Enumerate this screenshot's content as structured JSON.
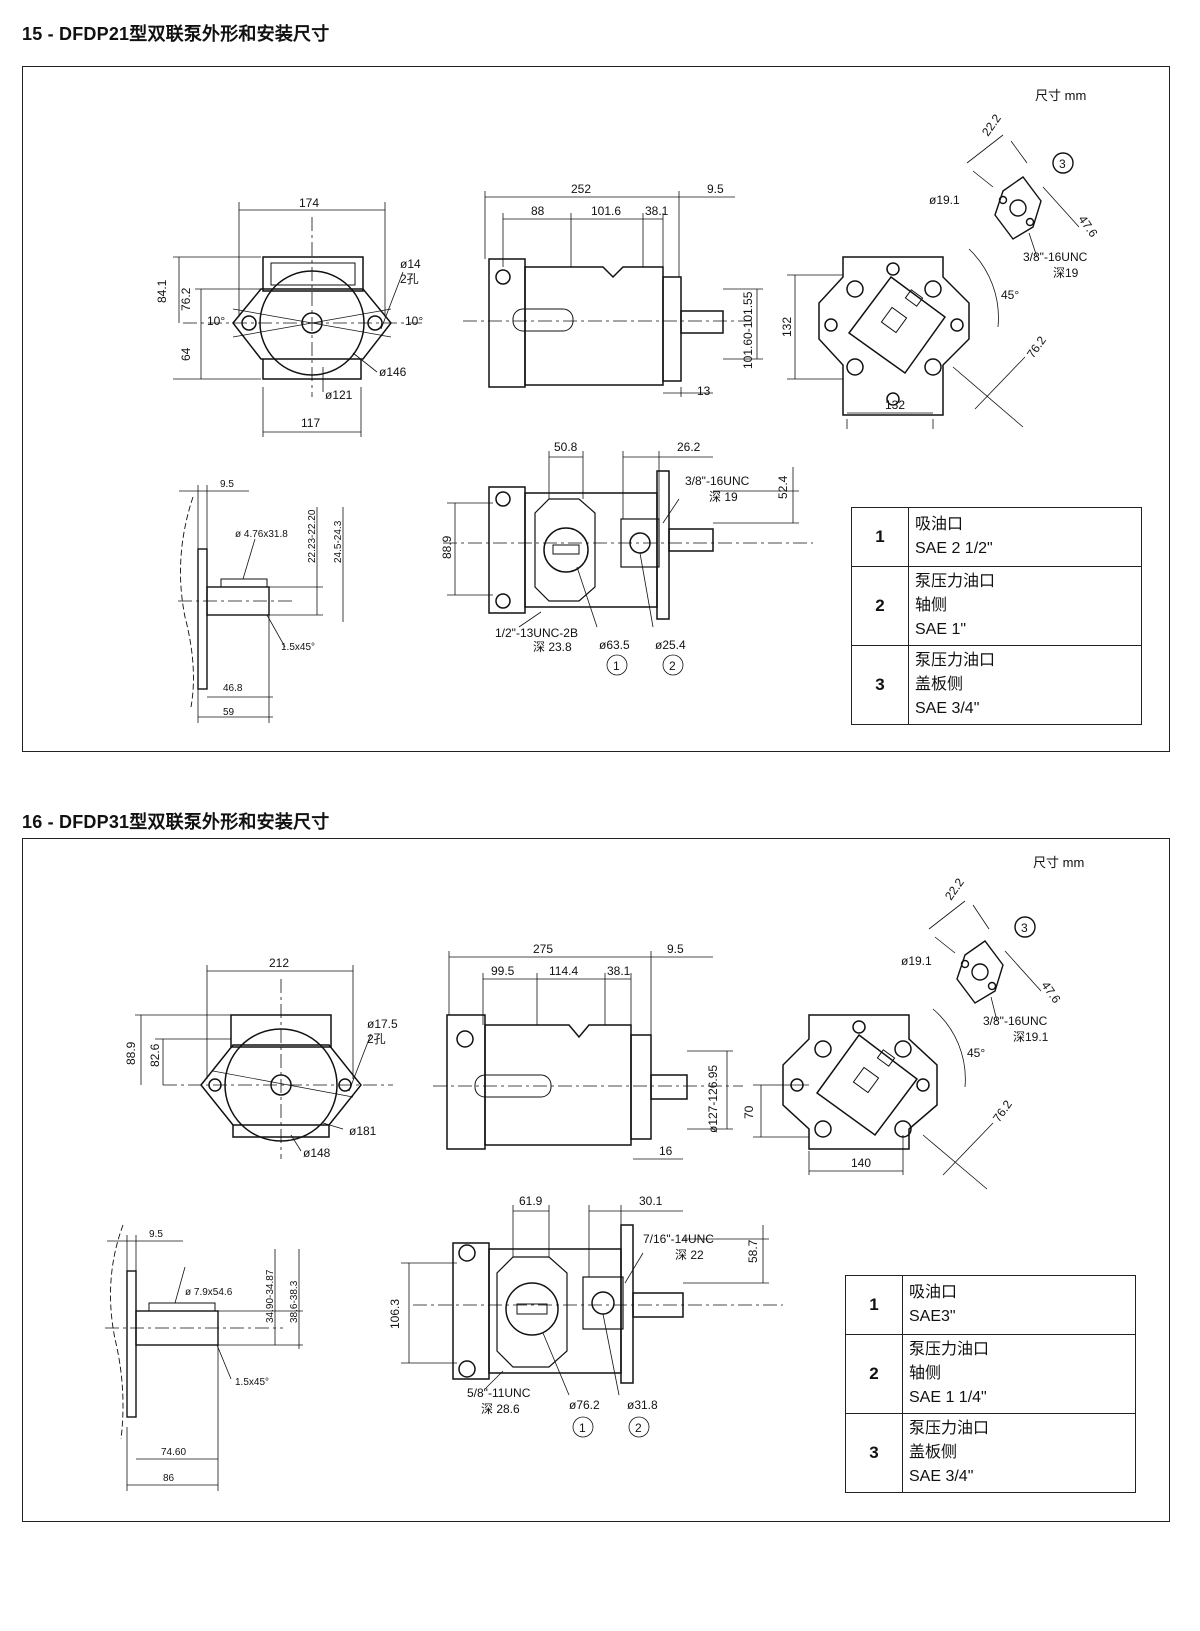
{
  "sections": [
    {
      "title": "15 - DFDP21型双联泵外形和安装尺寸",
      "unit": "尺寸 mm",
      "dims": {
        "front_w": "174",
        "front_h1": "84.1",
        "front_h2": "76.2",
        "front_h3": "64",
        "hole": "ø14",
        "hole_n": "2孔",
        "ang_l": "10°",
        "ang_r": "10°",
        "bolt_circle": "ø146",
        "pilot": "ø121",
        "base_w": "117",
        "side_total": "252",
        "side_shaft": "9.5",
        "side_a": "88",
        "side_b": "101.6",
        "side_c": "38.1",
        "side_flange": "13",
        "side_pilot": "101.60-101.55",
        "cover_h": "132",
        "cover_w": "132",
        "cover_ang": "45°",
        "cover_diag": "76.2",
        "port_w": "22.2",
        "port_l": "47.6",
        "port_d": "ø19.1",
        "port_thread": "3/8\"-16UNC",
        "port_depth": "深19",
        "port_tag": "3",
        "key_len": "9.5",
        "key_chamfer": "ø 4.76x31.8",
        "key_dia": "22.23-22.20",
        "key_h": "24.5-24.3",
        "key_edge": "1.5x45°",
        "key_l1": "46.8",
        "key_l2": "59",
        "top_a": "50.8",
        "top_b": "26.2",
        "top_thread": "3/8\"-16UNC",
        "top_depth": "深 19",
        "top_h": "52.4",
        "top_v": "88.9",
        "suction_thread": "1/2\"-13UNC-2B",
        "suction_depth": "深 23.8",
        "suction_dia": "ø63.5",
        "pressure_dia": "ø25.4",
        "tag1": "1",
        "tag2": "2"
      },
      "table": [
        {
          "no": "1",
          "lines": [
            "吸油口",
            "SAE 2 1/2\""
          ]
        },
        {
          "no": "2",
          "lines": [
            "泵压力油口",
            "轴侧",
            "SAE 1\""
          ]
        },
        {
          "no": "3",
          "lines": [
            "泵压力油口",
            "盖板侧",
            "SAE 3/4\""
          ]
        }
      ]
    },
    {
      "title": "16 - DFDP31型双联泵外形和安装尺寸",
      "unit": "尺寸  mm",
      "dims": {
        "front_w": "212",
        "front_h1": "88.9",
        "front_h2": "82.6",
        "front_h3": "",
        "hole": "ø17.5",
        "hole_n": "2孔",
        "ang_l": "",
        "ang_r": "",
        "bolt_circle": "ø181",
        "pilot": "ø148",
        "base_w": "",
        "side_total": "275",
        "side_shaft": "9.5",
        "side_a": "99.5",
        "side_b": "114.4",
        "side_c": "38.1",
        "side_flange": "16",
        "side_pilot": "ø127-126.95",
        "cover_h": "70",
        "cover_w": "140",
        "cover_ang": "45°",
        "cover_diag": "76.2",
        "port_w": "22.2",
        "port_l": "47.6",
        "port_d": "ø19.1",
        "port_thread": "3/8\"-16UNC",
        "port_depth": "深19.1",
        "port_tag": "3",
        "key_len": "9.5",
        "key_chamfer": "ø 7.9x54.6",
        "key_dia": "34.90-34.87",
        "key_h": "38.6-38.3",
        "key_edge": "1.5x45°",
        "key_l1": "74.60",
        "key_l2": "86",
        "top_a": "61.9",
        "top_b": "30.1",
        "top_thread": "7/16\"-14UNC",
        "top_depth": "深 22",
        "top_h": "58.7",
        "top_v": "106.3",
        "suction_thread": "5/8\"-11UNC",
        "suction_depth": "深 28.6",
        "suction_dia": "ø76.2",
        "pressure_dia": "ø31.8",
        "tag1": "1",
        "tag2": "2"
      },
      "table": [
        {
          "no": "1",
          "lines": [
            "吸油口",
            "SAE3\""
          ]
        },
        {
          "no": "2",
          "lines": [
            "泵压力油口",
            "轴侧",
            "SAE 1 1/4\""
          ]
        },
        {
          "no": "3",
          "lines": [
            "泵压力油口",
            "盖板侧",
            "SAE 3/4\""
          ]
        }
      ]
    }
  ]
}
